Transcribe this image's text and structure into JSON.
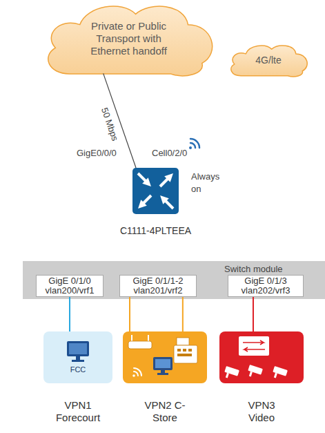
{
  "diagram": {
    "nodes": [
      {
        "text": [
          "Private or Public Transport with Ethernet handoff"
        ]
      },
      {
        "text": [
          "4G/lte"
        ]
      },
      {
        "text": [
          "C1111-4PLTEEA"
        ]
      },
      {
        "text": [
          "Switch module"
        ]
      },
      {
        "text": [
          "GigE 0/1/0 vlan200/vrf1"
        ],
        "in": 3
      },
      {
        "text": [
          "GigE 0/1/1-2 vlan201/vrf2"
        ],
        "in": 3
      },
      {
        "text": [
          "GigE 0/1/3 vlan202/vrf3"
        ],
        "in": 3
      },
      {
        "text": [
          "FCC",
          "VPN1 Forecourt"
        ]
      },
      {
        "text": [
          "VPN2 C-Store"
        ]
      },
      {
        "text": [
          "VPN3 Video"
        ]
      }
    ],
    "edges": [
      {
        "from": 0,
        "to": 2,
        "arrow": "none",
        "label": "50 Mbps"
      },
      {
        "from": 4,
        "to": 7,
        "arrow": "none"
      },
      {
        "from": 5,
        "to": 8,
        "arrow": "none"
      },
      {
        "from": 5,
        "to": 8,
        "arrow": "none"
      },
      {
        "from": 6,
        "to": 9,
        "arrow": "none"
      }
    ],
    "labels": [
      "GigE0/0/0",
      "Cell0/2/0",
      "Always on"
    ]
  }
}
